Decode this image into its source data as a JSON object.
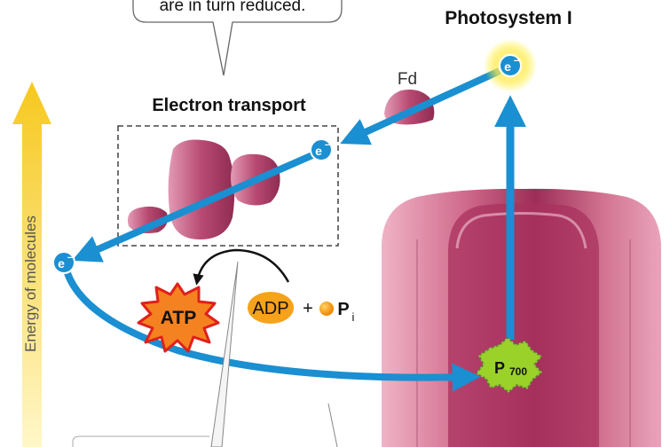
{
  "callout": {
    "text": "are in turn reduced."
  },
  "photosystem": {
    "title": "Photosystem I",
    "reaction_center": "P",
    "reaction_center_sub": "700"
  },
  "electron_transport": {
    "title": "Electron transport"
  },
  "ferredoxin": {
    "label": "Fd"
  },
  "electron": {
    "label": "e",
    "charge": "−"
  },
  "energy_axis": {
    "label": "Energy of molecules"
  },
  "products": {
    "atp": "ATP",
    "adp": "ADP",
    "plus": "+",
    "pi": "P",
    "pi_sub": "i"
  },
  "colors": {
    "arrow_blue": "#1a8fd1",
    "protein_magenta": "#b84a72",
    "energy_yellow": "#f6c81e",
    "glow_yellow": "#fff27a",
    "p700_green": "#9bd22a",
    "atp_orange": "#f58220",
    "adp_orange": "#f7a21b"
  }
}
